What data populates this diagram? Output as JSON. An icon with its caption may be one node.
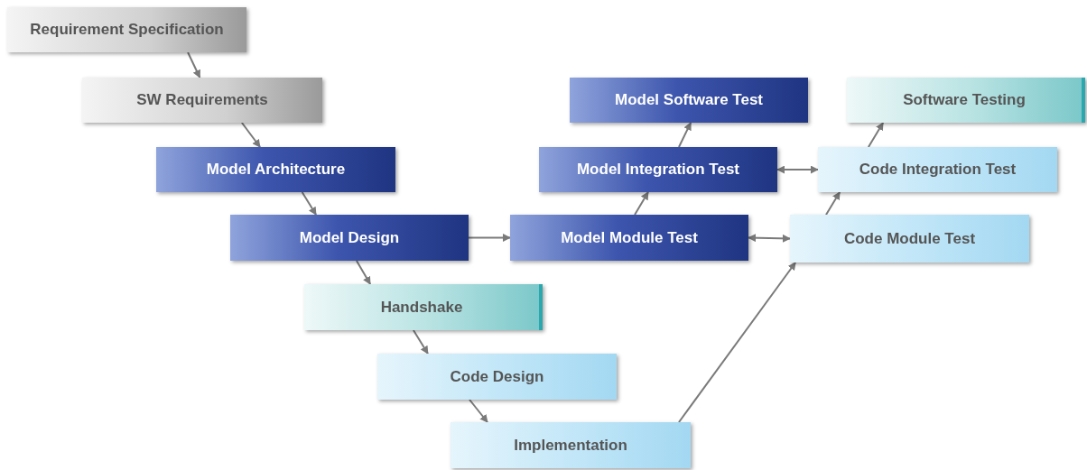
{
  "diagram": {
    "nodes": [
      {
        "text": [
          "Requirement Specification"
        ]
      },
      {
        "text": [
          "SW Requirements"
        ]
      },
      {
        "text": [
          "Model Architecture"
        ]
      },
      {
        "text": [
          "Model Design"
        ]
      },
      {
        "text": [
          "Handshake"
        ]
      },
      {
        "text": [
          "Code Design"
        ]
      },
      {
        "text": [
          "Implementation"
        ]
      },
      {
        "text": [
          "Model Module Test"
        ]
      },
      {
        "text": [
          "Code Module Test"
        ]
      },
      {
        "text": [
          "Model Integration Test"
        ]
      },
      {
        "text": [
          "Code Integration Test"
        ]
      },
      {
        "text": [
          "Model Software Test"
        ]
      },
      {
        "text": [
          "Software Testing"
        ]
      }
    ],
    "edges": [
      {
        "from": 0,
        "to": 1,
        "arrow": "to"
      },
      {
        "from": 1,
        "to": 2,
        "arrow": "to"
      },
      {
        "from": 2,
        "to": 3,
        "arrow": "to"
      },
      {
        "from": 3,
        "to": 4,
        "arrow": "to"
      },
      {
        "from": 4,
        "to": 5,
        "arrow": "to"
      },
      {
        "from": 5,
        "to": 6,
        "arrow": "to"
      },
      {
        "from": 3,
        "to": 7,
        "arrow": "to"
      },
      {
        "from": 7,
        "to": 9,
        "arrow": "to"
      },
      {
        "from": 9,
        "to": 11,
        "arrow": "to"
      },
      {
        "from": 7,
        "to": 8,
        "arrow": "both"
      },
      {
        "from": 9,
        "to": 10,
        "arrow": "both"
      },
      {
        "from": 6,
        "to": 8,
        "arrow": "to"
      },
      {
        "from": 8,
        "to": 10,
        "arrow": "to"
      },
      {
        "from": 10,
        "to": 12,
        "arrow": "to"
      }
    ]
  }
}
